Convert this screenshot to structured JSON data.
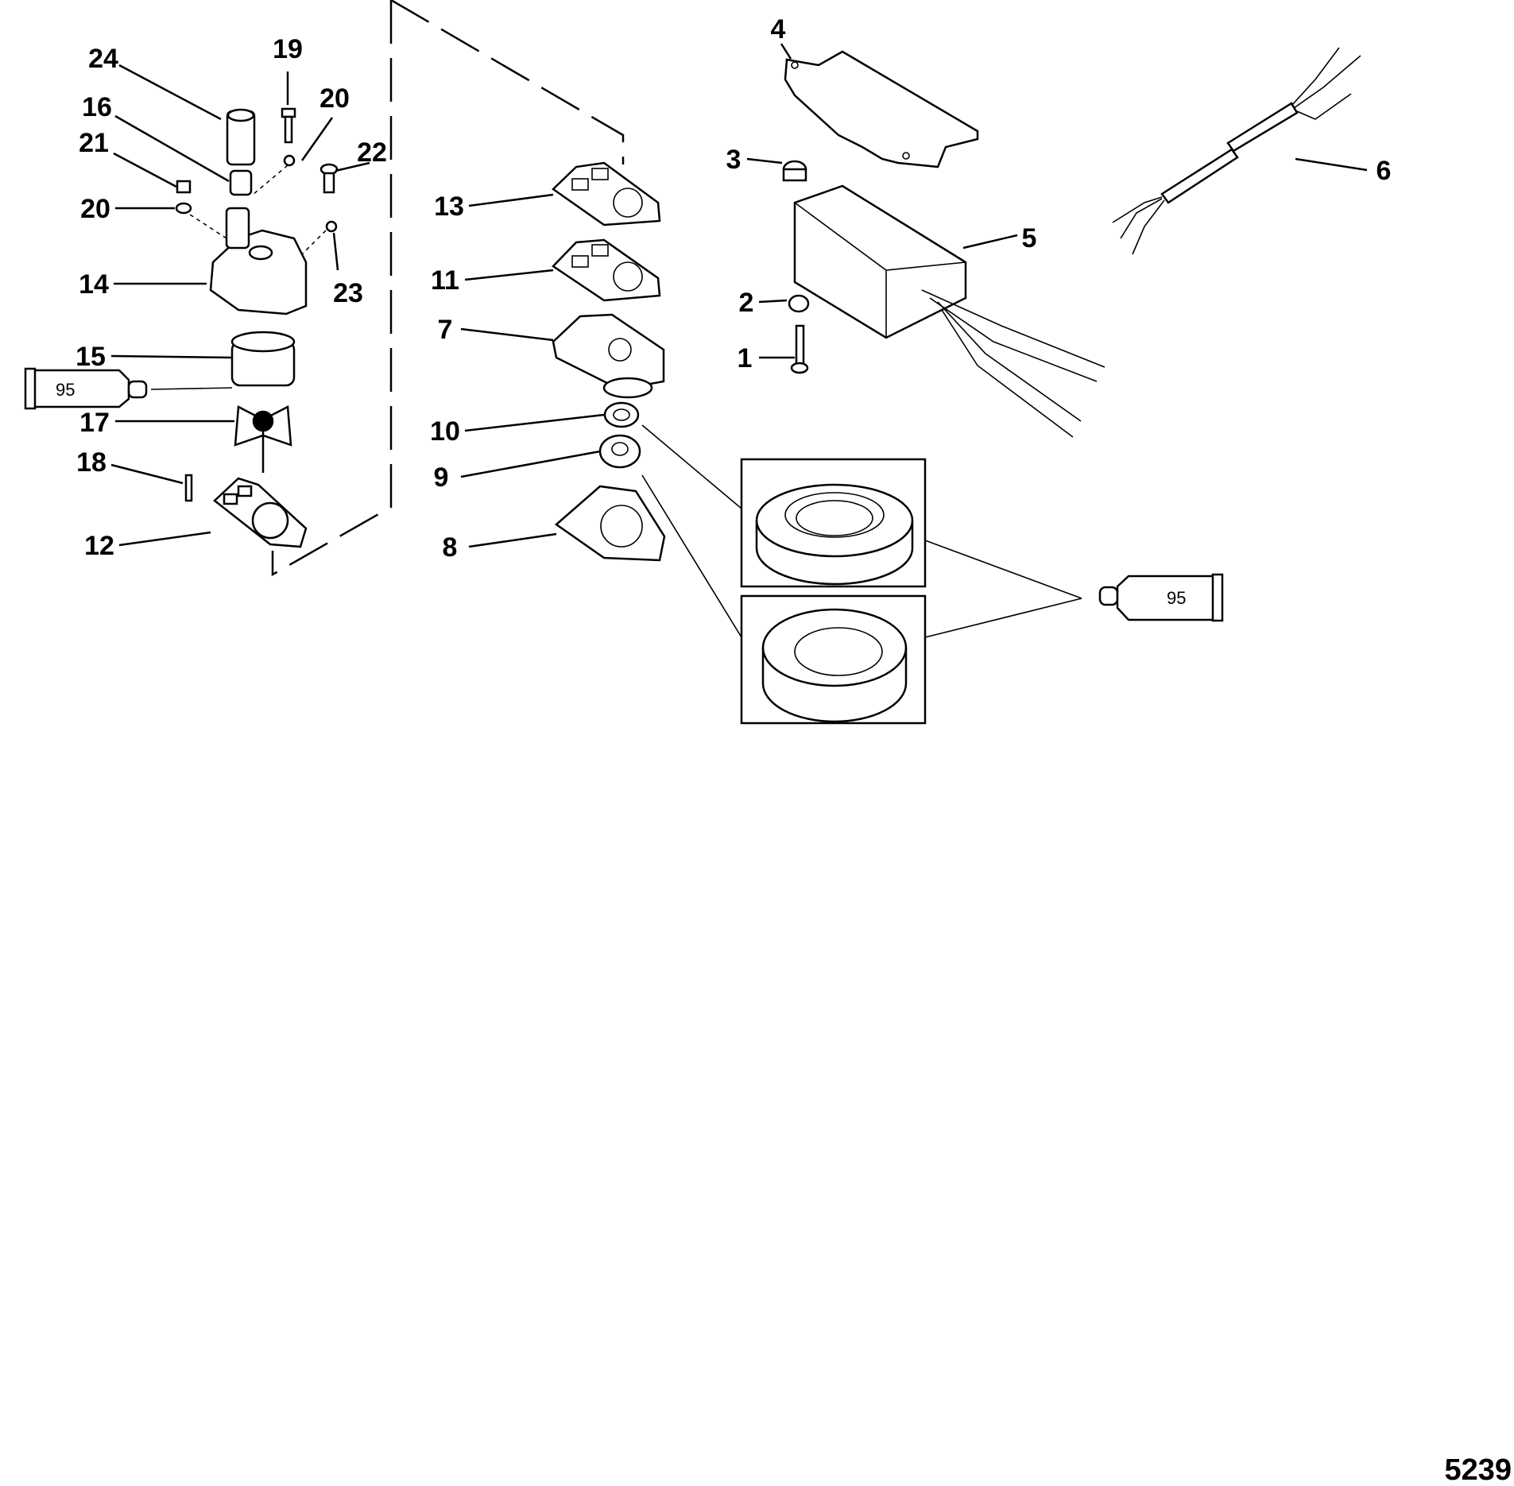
{
  "diagram": {
    "figure_number": "5239",
    "callouts": {
      "c1": "1",
      "c2": "2",
      "c3": "3",
      "c4": "4",
      "c5": "5",
      "c6": "6",
      "c7": "7",
      "c8": "8",
      "c9": "9",
      "c10": "10",
      "c11": "11",
      "c12": "12",
      "c13": "13",
      "c14": "14",
      "c15": "15",
      "c16": "16",
      "c17": "17",
      "c18": "18",
      "c19": "19",
      "c20a": "20",
      "c20b": "20",
      "c21": "21",
      "c22": "22",
      "c23": "23",
      "c24": "24"
    },
    "lubricant_tubes": {
      "left": "95",
      "right": "95"
    }
  }
}
